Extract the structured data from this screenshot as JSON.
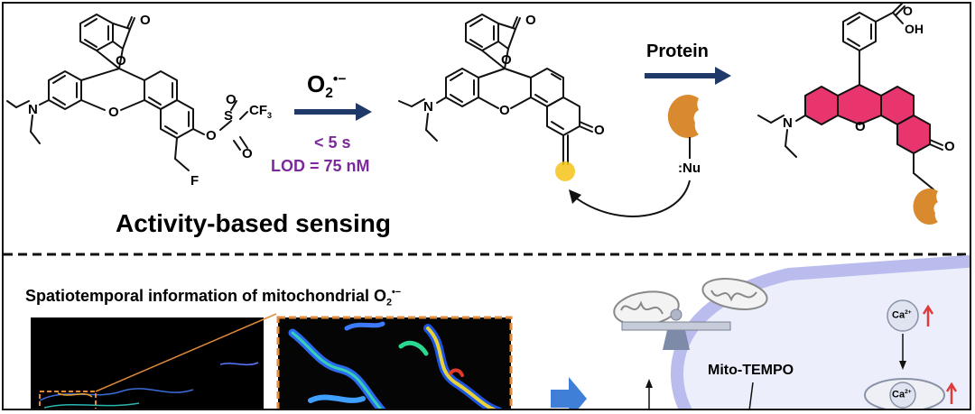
{
  "top_panel": {
    "title": "Activity-based sensing",
    "reagent": {
      "main": "O",
      "sub": "2",
      "sup": "•−"
    },
    "time": "< 5 s",
    "lod": "LOD = 75 nM",
    "protein_label": "Protein",
    "nucleophile": ":Nu",
    "atoms": {
      "N": "N",
      "O": "O",
      "F": "F",
      "S": "S",
      "CF3": "CF",
      "CF3_sub": "3",
      "OH": "OH"
    }
  },
  "bottom_panel": {
    "title_text": "Spatiotemporal information of mitochondrial O",
    "title_sub": "2",
    "title_sup": "•−",
    "mito_tempo": "Mito-TEMPO",
    "ca_label": "Ca",
    "ca_sup": "2+"
  },
  "colors": {
    "arrow_navy": "#1f3a68",
    "purple_text": "#7a2a9b",
    "pink_ring": "#e8356e",
    "protein_orange": "#d98a2e",
    "highlight_yellow": "#f6c318",
    "cell_blue": "#b9bcec",
    "red_arrow": "#e03a3a",
    "blue_arrow": "#3f7fd8"
  }
}
